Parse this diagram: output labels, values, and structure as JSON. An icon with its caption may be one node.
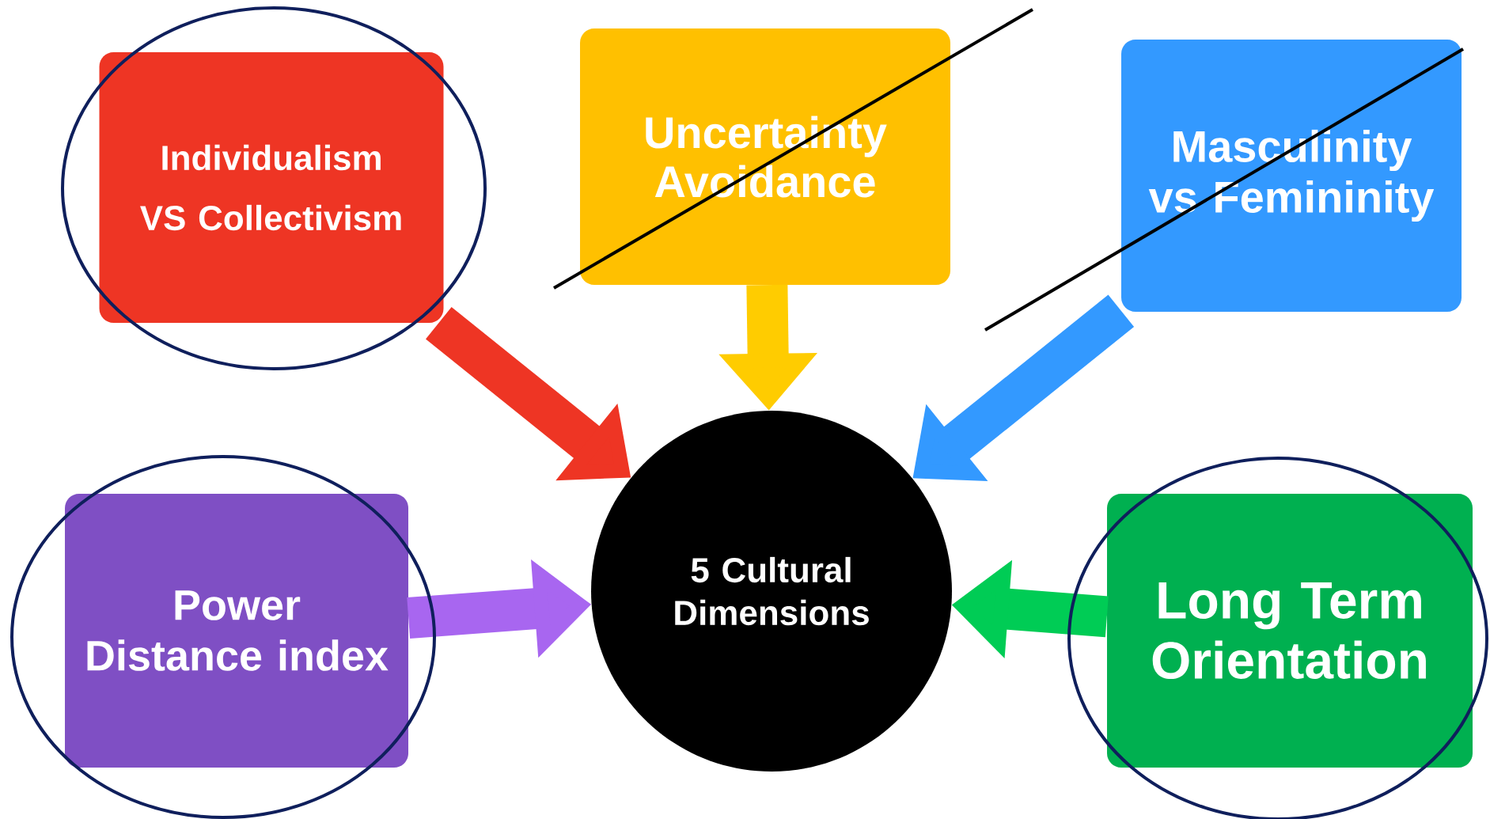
{
  "diagram": {
    "nodes": [
      {
        "text": [
          "Individualism VS Collectivism"
        ]
      },
      {
        "text": [
          "Uncertainty Avoidance"
        ]
      },
      {
        "text": [
          "Masculinity vs Femininity"
        ]
      },
      {
        "text": [
          "Power Distance index"
        ]
      },
      {
        "text": [
          "5 Cultural Dimensions"
        ]
      },
      {
        "text": [
          "Long Term Orientation"
        ]
      }
    ],
    "edges": [
      {
        "from": 0,
        "to": 4,
        "arrow": "to",
        "color": "#ee3524"
      },
      {
        "from": 1,
        "to": 4,
        "arrow": "to",
        "color": "#ffcc00"
      },
      {
        "from": 2,
        "to": 4,
        "arrow": "to",
        "color": "#3399ff"
      },
      {
        "from": 3,
        "to": 4,
        "arrow": "to",
        "color": "#a866f0"
      },
      {
        "from": 5,
        "to": 4,
        "arrow": "to",
        "color": "#00cc55"
      }
    ]
  }
}
